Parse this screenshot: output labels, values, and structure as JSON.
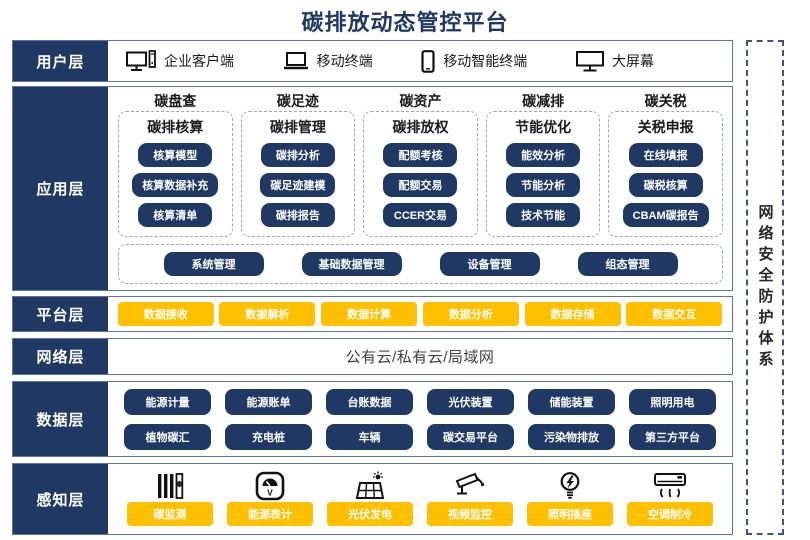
{
  "title": "碳排放动态管控平台",
  "colors": {
    "navy": "#203864",
    "yellow": "#ffc000",
    "title": "#1f3864",
    "row_border": "#5f74a4"
  },
  "layers": {
    "user": {
      "label": "用户层",
      "items": [
        {
          "icon": "desktop-pc-icon",
          "label": "企业客户端"
        },
        {
          "icon": "laptop-icon",
          "label": "移动终端"
        },
        {
          "icon": "smartphone-icon",
          "label": "移动智能终端"
        },
        {
          "icon": "large-screen-icon",
          "label": "大屏幕"
        }
      ]
    },
    "application": {
      "label": "应用层",
      "columns": [
        {
          "header": "碳盘查",
          "subtitle": "碳排核算",
          "items": [
            "核算模型",
            "核算数据补充",
            "核算清单"
          ]
        },
        {
          "header": "碳足迹",
          "subtitle": "碳排管理",
          "items": [
            "碳排分析",
            "碳足迹建模",
            "碳排报告"
          ]
        },
        {
          "header": "碳资产",
          "subtitle": "碳排放权",
          "items": [
            "配额考核",
            "配额交易",
            "CCER交易"
          ]
        },
        {
          "header": "碳减排",
          "subtitle": "节能优化",
          "items": [
            "能效分析",
            "节能分析",
            "技术节能"
          ]
        },
        {
          "header": "碳关税",
          "subtitle": "关税申报",
          "items": [
            "在线填报",
            "碳税核算",
            "CBAM碳报告"
          ]
        }
      ],
      "common": [
        "系统管理",
        "基础数据管理",
        "设备管理",
        "组态管理"
      ]
    },
    "platform": {
      "label": "平台层",
      "items": [
        "数据接收",
        "数据解析",
        "数据计算",
        "数据分析",
        "数据存储",
        "数据交互"
      ]
    },
    "network": {
      "label": "网络层",
      "text": "公有云/私有云/局域网"
    },
    "data": {
      "label": "数据层",
      "rows": [
        [
          "能源计量",
          "能源账单",
          "台账数据",
          "光伏装置",
          "储能装置",
          "照明用电"
        ],
        [
          "植物碳汇",
          "充电桩",
          "车辆",
          "碳交易平台",
          "污染物排放",
          "第三方平台"
        ]
      ]
    },
    "perception": {
      "label": "感知层",
      "items": [
        {
          "icon": "carbon-monitor-icon",
          "label": "碳监测"
        },
        {
          "icon": "energy-meter-icon",
          "label": "能源表计"
        },
        {
          "icon": "solar-power-icon",
          "label": "光伏发电"
        },
        {
          "icon": "video-camera-icon",
          "label": "视频监控"
        },
        {
          "icon": "light-bulb-icon",
          "label": "照明插座"
        },
        {
          "icon": "air-conditioner-icon",
          "label": "空调制冷"
        }
      ]
    },
    "security": {
      "text": "网络安全防护体系"
    }
  }
}
